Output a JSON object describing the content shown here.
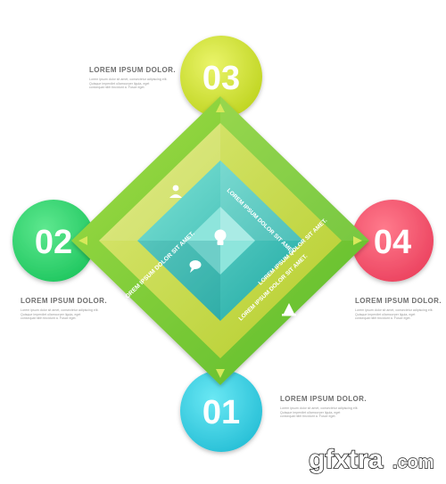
{
  "steps": [
    {
      "number": "01",
      "color": "#33c9dc",
      "heading": "LOREM IPSUM DOLOR.",
      "body": [
        "Lorem ipsum dolor sit amet, consectetur adipiscing elit.",
        "Quisque imperdiet ullamcorper ligula, eget",
        "consequat nibh tincidunt a. Fusce eget."
      ]
    },
    {
      "number": "02",
      "color": "#26d36b",
      "heading": "LOREM IPSUM DOLOR.",
      "body": [
        "Lorem ipsum dolor sit amet, consectetur adipiscing elit.",
        "Quisque imperdiet ullamcorper ligula, eget",
        "consequat nibh tincidunt a. Fusce eget."
      ]
    },
    {
      "number": "03",
      "color": "#c8dd1e",
      "heading": "LOREM IPSUM DOLOR.",
      "body": [
        "Lorem ipsum dolor sit amet, consectetur adipiscing elit.",
        "Quisque imperdiet ullamcorper ligula, eget",
        "consequat nibh tincidunt a. Fusce eget."
      ]
    },
    {
      "number": "04",
      "color": "#f0506a",
      "heading": "LOREM IPSUM DOLOR.",
      "body": [
        "Lorem ipsum dolor sit amet, consectetur adipiscing elit.",
        "Quisque imperdiet ullamcorper ligula, eget",
        "consequat nibh tincidunt a. Fusce eget."
      ]
    }
  ],
  "diamond_labels": {
    "label_1": "LOREM IPSUM DOLOR SIT AMET.",
    "label_2": "LOREM IPSUM DOLOR SIT AMET.",
    "label_3": "LOREM IPSUM DOLOR SIT AMET.",
    "label_4": "LOREM IPSUM DOLOR SIT AMET."
  },
  "colors": {
    "outer_green": "#7fcf3a",
    "lime": "#c5dc35",
    "teal": "#2bb6b0",
    "teal_light": "#6fd6cc"
  },
  "icons": [
    "person-icon",
    "speech-bubble-icon",
    "lightbulb-icon",
    "pen-nib-icon"
  ],
  "watermark": {
    "main": "gfxtra",
    "suffix": ".com"
  }
}
